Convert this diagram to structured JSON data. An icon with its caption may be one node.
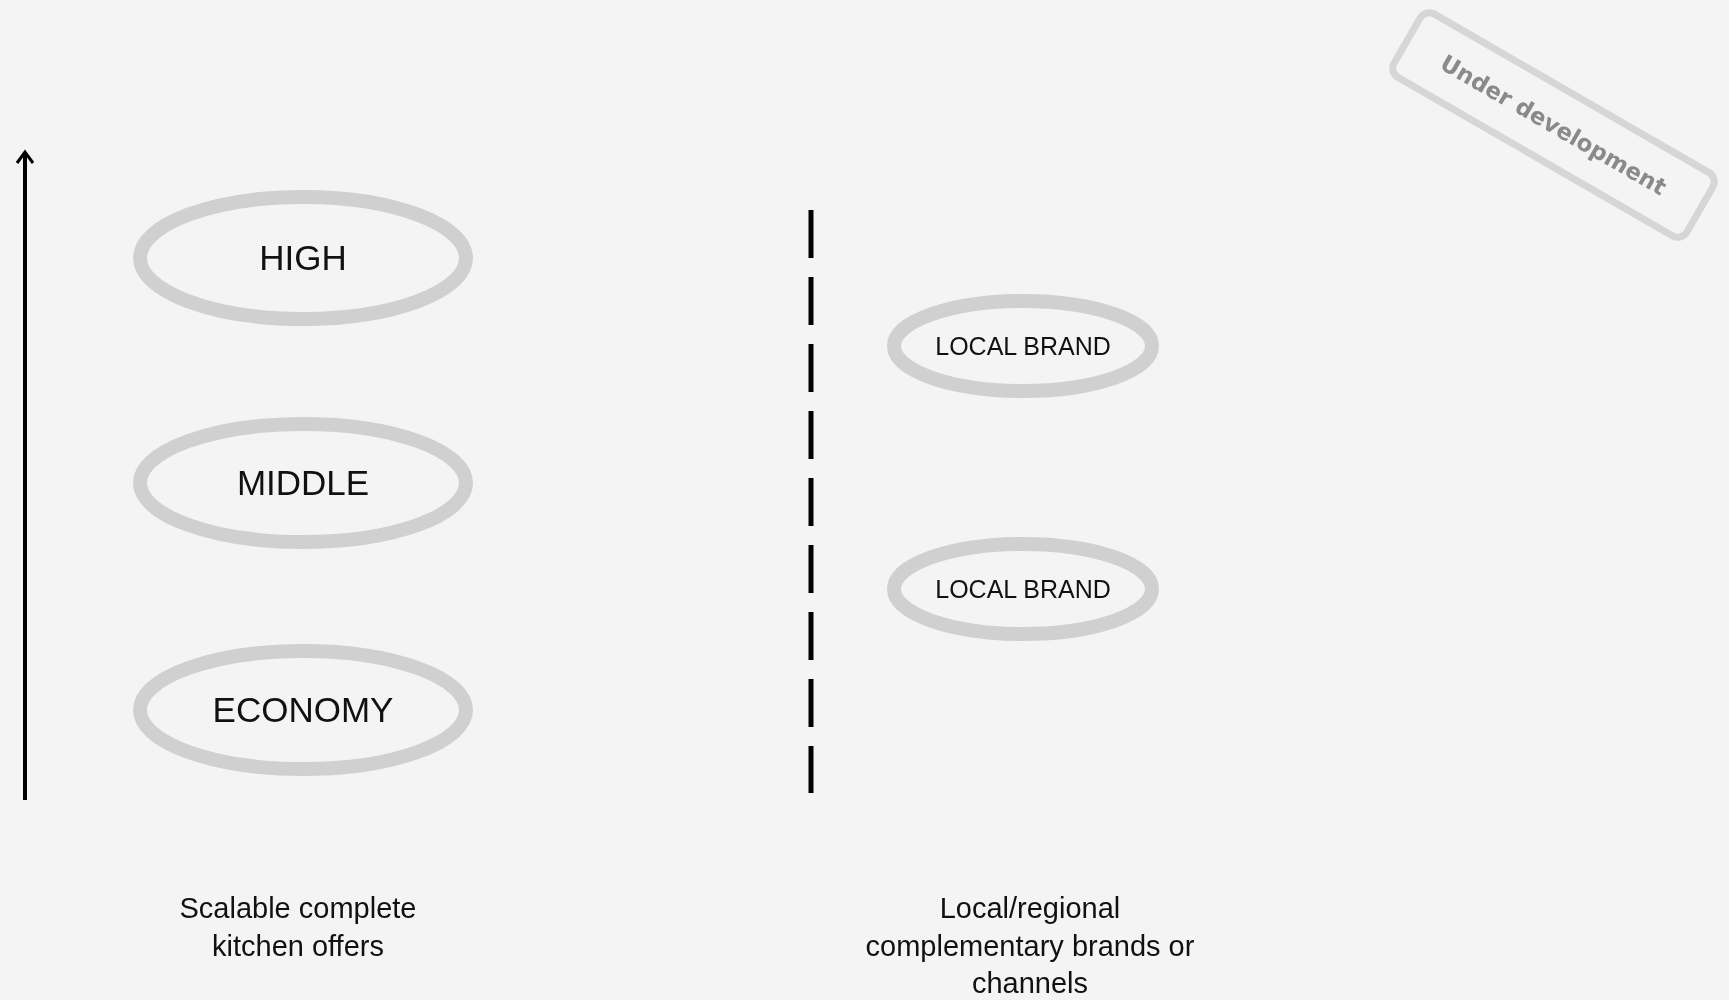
{
  "diagram": {
    "nodes": [
      {
        "text": [
          "HIGH"
        ]
      },
      {
        "text": [
          "MIDDLE"
        ]
      },
      {
        "text": [
          "ECONOMY"
        ]
      },
      {
        "text": [
          "LOCAL BRAND"
        ]
      },
      {
        "text": [
          "LOCAL BRAND"
        ]
      },
      {
        "text": [
          "Under development"
        ]
      }
    ],
    "edges": [],
    "labels": [
      "Scalable complete kitchen offers",
      "Local/regional complementary brands or channels"
    ]
  }
}
